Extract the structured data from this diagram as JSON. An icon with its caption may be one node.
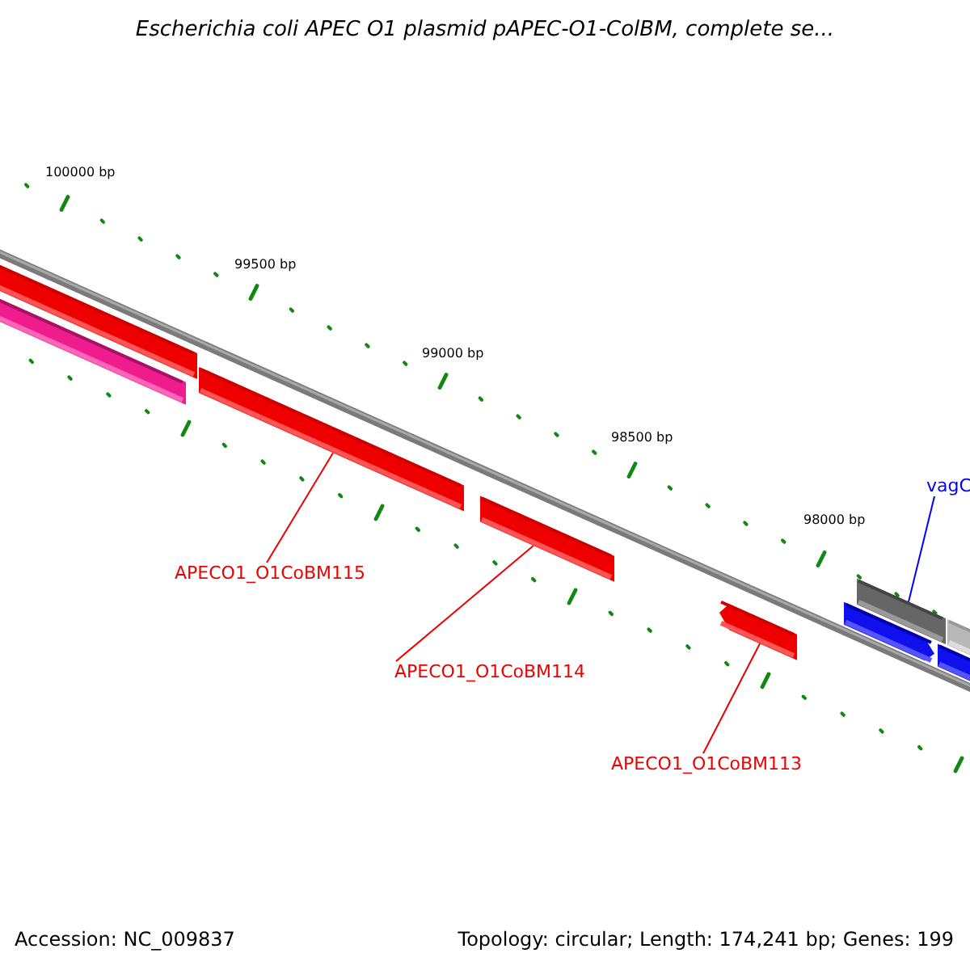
{
  "diagram": {
    "title": "Escherichia coli APEC O1 plasmid pAPEC-O1-ColBM, complete se...",
    "nodes": [
      {
        "text": [
          "APECO1_O1CoBM115"
        ]
      },
      {
        "text": [],
        "shape": "bar"
      },
      {
        "text": [
          "APECO1_O1CoBM114"
        ]
      },
      {
        "text": [],
        "shape": "bar"
      },
      {
        "text": [
          "APECO1_O1CoBM113"
        ]
      },
      {
        "text": [],
        "shape": "bar"
      },
      {
        "text": [
          "vagC"
        ]
      },
      {
        "text": [],
        "shape": "bar"
      }
    ],
    "edges": [
      {
        "from": 0,
        "to": 1,
        "arrow": "none"
      },
      {
        "from": 2,
        "to": 3,
        "arrow": "none"
      },
      {
        "from": 4,
        "to": 5,
        "arrow": "none"
      },
      {
        "from": 6,
        "to": 7,
        "arrow": "none",
        "color": "#0000ff"
      }
    ],
    "labels": [
      "100000 bp",
      "99500 bp",
      "99000 bp",
      "98500 bp",
      "98000 bp",
      "Accession: NC_009837",
      "Topology: circular; Length: 174,241 bp; Genes: 199"
    ]
  }
}
